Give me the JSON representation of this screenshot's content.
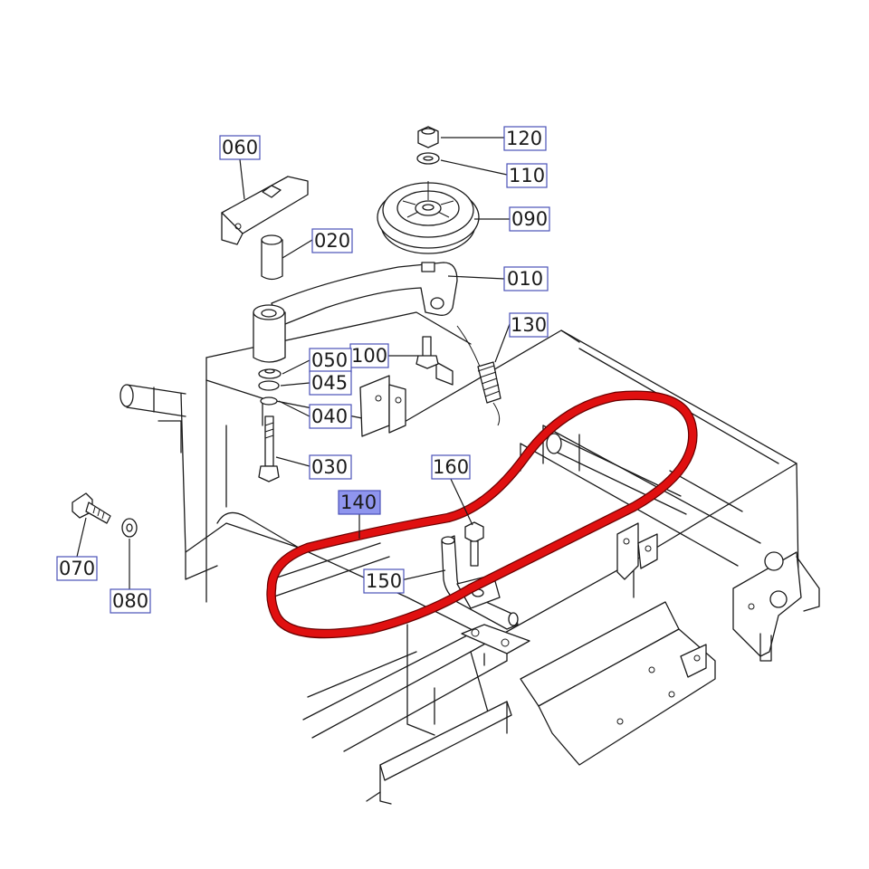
{
  "diagram": {
    "highlight_color": "#e01010",
    "callout_border_color": "#4a52b8",
    "callout_active_fill": "#8f95ee",
    "selected_part": "140",
    "callouts": [
      {
        "id": "060",
        "label": "060"
      },
      {
        "id": "020",
        "label": "020"
      },
      {
        "id": "120",
        "label": "120"
      },
      {
        "id": "110",
        "label": "110"
      },
      {
        "id": "090",
        "label": "090"
      },
      {
        "id": "010",
        "label": "010"
      },
      {
        "id": "130",
        "label": "130"
      },
      {
        "id": "100",
        "label": "100"
      },
      {
        "id": "050",
        "label": "050"
      },
      {
        "id": "045",
        "label": "045"
      },
      {
        "id": "040",
        "label": "040"
      },
      {
        "id": "030",
        "label": "030"
      },
      {
        "id": "160",
        "label": "160"
      },
      {
        "id": "140",
        "label": "140"
      },
      {
        "id": "150",
        "label": "150"
      },
      {
        "id": "070",
        "label": "070"
      },
      {
        "id": "080",
        "label": "080"
      }
    ]
  }
}
